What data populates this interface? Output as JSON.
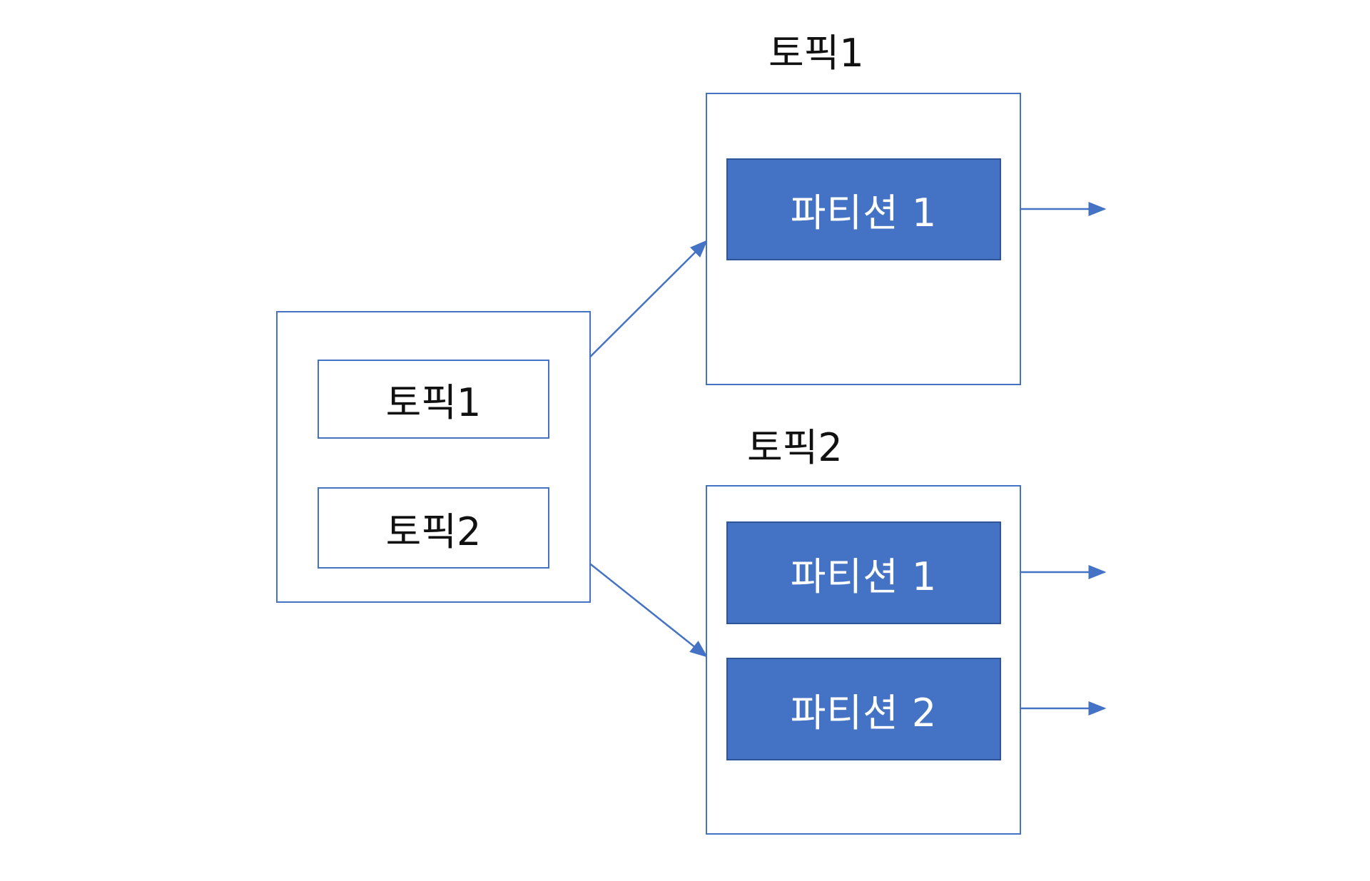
{
  "source_group": {
    "items": [
      {
        "label": "토픽1"
      },
      {
        "label": "토픽2"
      }
    ]
  },
  "topics": [
    {
      "title": "토픽1",
      "partitions": [
        {
          "label": "파티션 1"
        }
      ]
    },
    {
      "title": "토픽2",
      "partitions": [
        {
          "label": "파티션 1"
        },
        {
          "label": "파티션 2"
        }
      ]
    }
  ],
  "colors": {
    "accent": "#4472C4",
    "partition_fill": "#4472C4",
    "partition_text": "#FFFFFF",
    "text": "#111111"
  }
}
